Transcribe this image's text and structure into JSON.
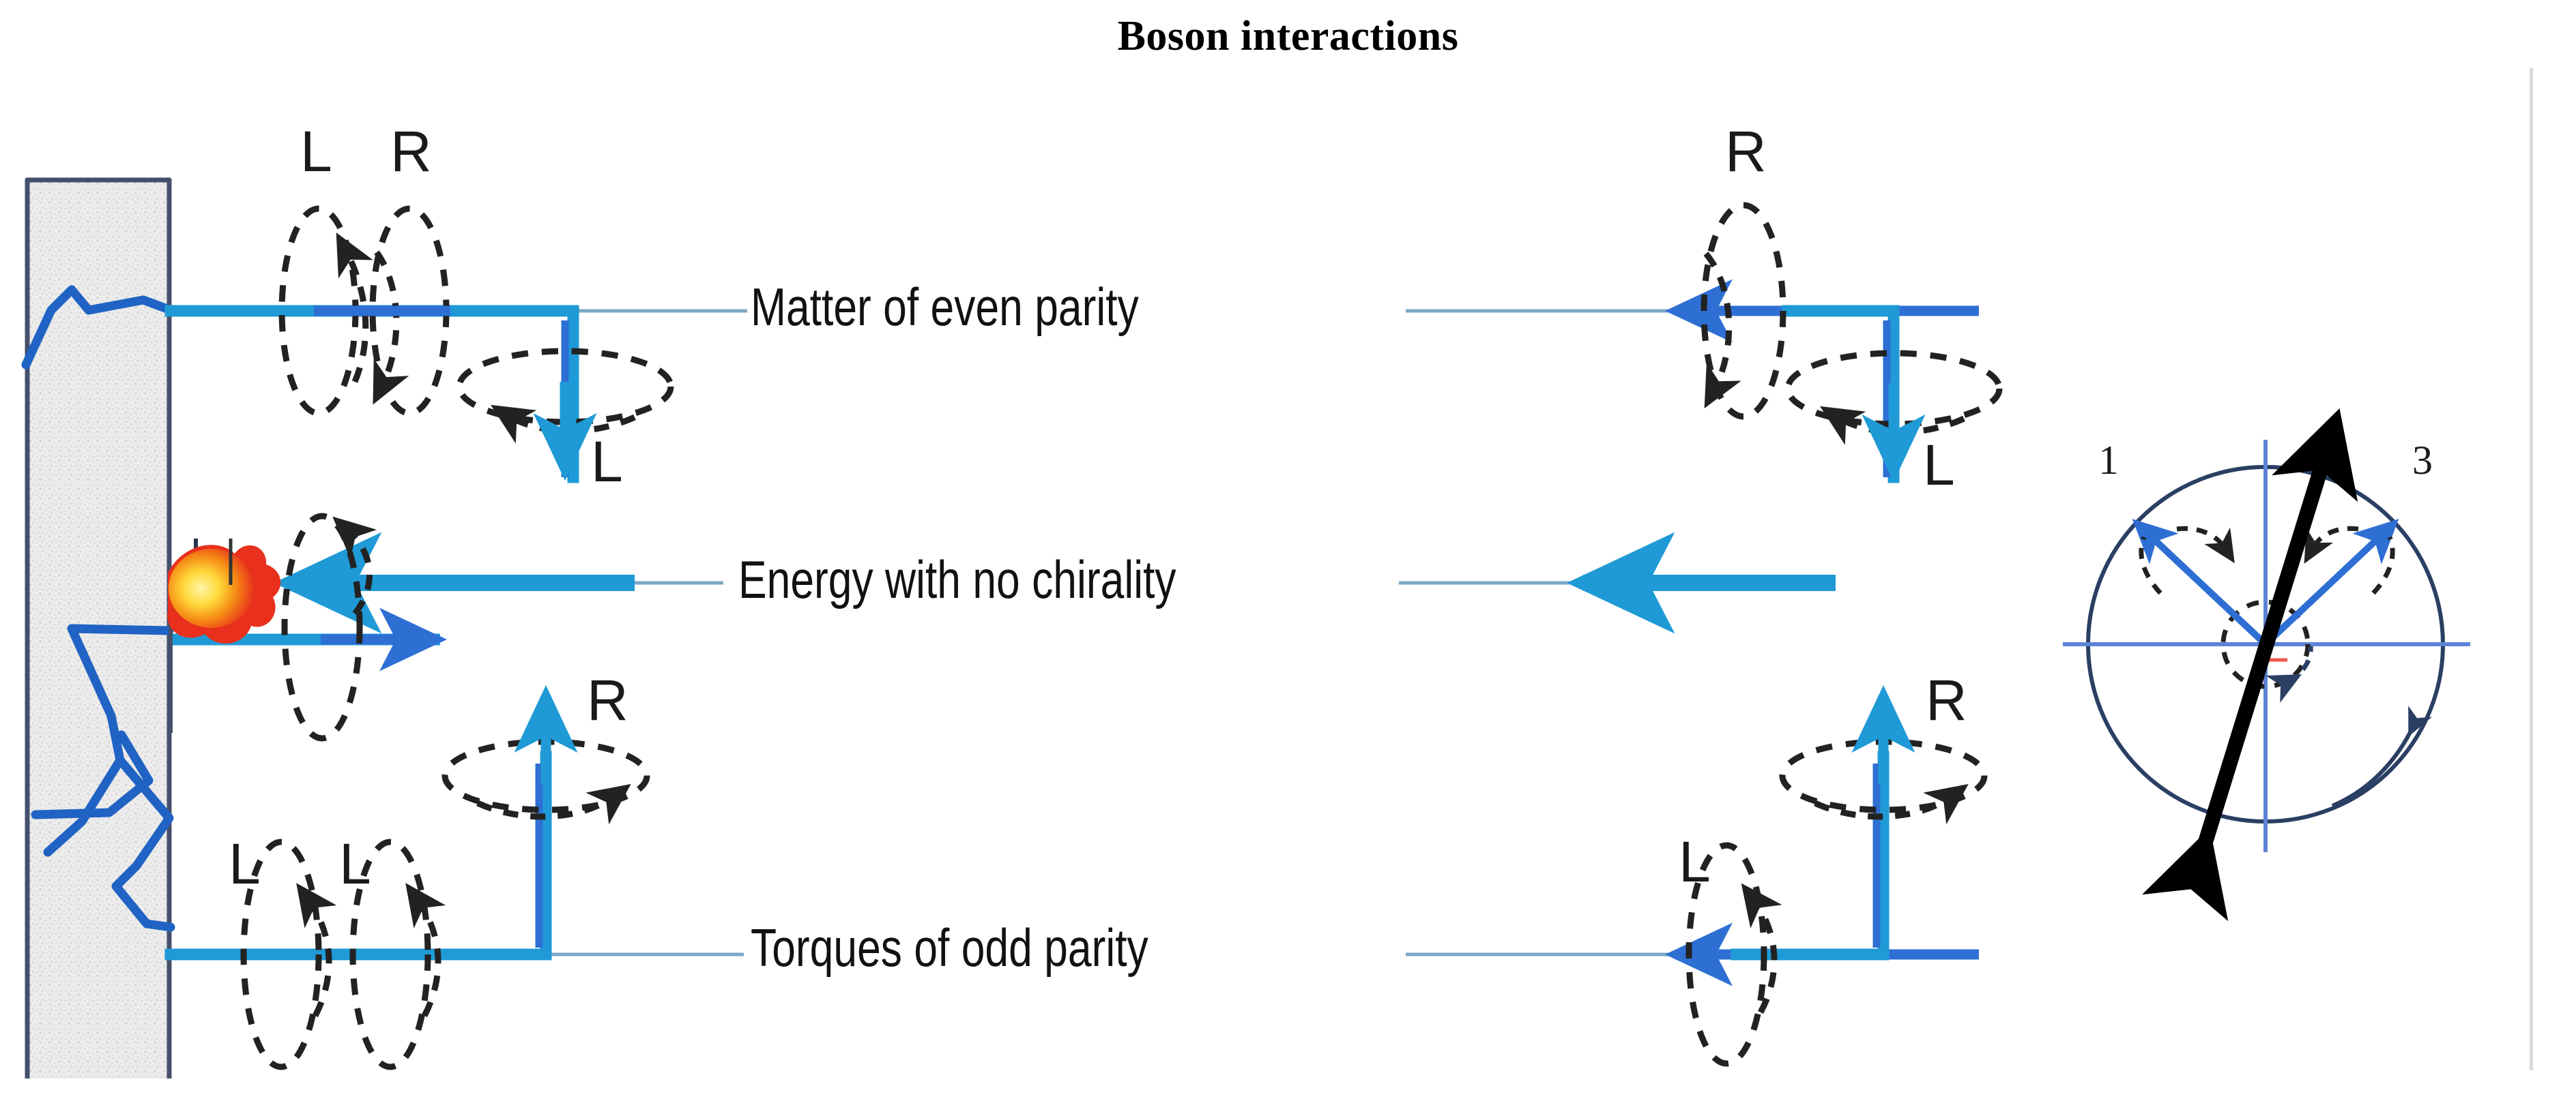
{
  "title": "Boson interactions",
  "colors": {
    "cyan": "#1f9ad6",
    "blue": "#2e6fd4",
    "dark_blue": "#1f5fbf",
    "thin_line": "#7ba7c7",
    "axis_blue": "#5b84d6",
    "circle_stroke": "#2a3f63",
    "dash_black": "#222222",
    "wall_fill": "#e8e8e8",
    "wall_edge": "#44506b",
    "flame_core": "#ffe14d",
    "flame_mid": "#f59a1e",
    "flame_outer": "#e8301c",
    "right_rule": "#d9d9d9"
  },
  "rows": [
    {
      "id": "row-1",
      "label": "Matter of even parity",
      "left": {
        "chirality_labels": [
          "L",
          "R"
        ],
        "spin_label_down": "L",
        "spin_arrow_direction": "down",
        "helix_count": 2
      },
      "right": {
        "chirality_labels": [
          "R"
        ],
        "spin_label_down": "L",
        "momentum_arrow_direction": "left",
        "helix_count": 1
      }
    },
    {
      "id": "row-2",
      "label": "Energy with no chirality",
      "left": {
        "chirality_labels": [],
        "has_flame": true,
        "momentum_arrow_direction": "left",
        "emitted_arrow_direction": "right",
        "helix_count": 1
      },
      "right": {
        "chirality_labels": [],
        "momentum_arrow_direction": "left",
        "helix_count": 0
      }
    },
    {
      "id": "row-3",
      "label": "Torques of odd parity",
      "left": {
        "chirality_labels": [
          "L",
          "L"
        ],
        "spin_label_up": "R",
        "spin_arrow_direction": "up",
        "helix_count": 2
      },
      "right": {
        "chirality_labels": [
          "L"
        ],
        "spin_label_up": "R",
        "momentum_arrow_direction": "left",
        "helix_count": 1
      }
    }
  ],
  "phasor": {
    "vector_labels": [
      "1",
      "3"
    ],
    "vector_1_angle_deg": 137,
    "vector_3_angle_deg": 45,
    "black_axis_angle_deg": 75,
    "black_axis_double_headed": true,
    "outer_circle_rotation": "clockwise",
    "center_spin_rotation": "clockwise",
    "axes": "cartesian-cross"
  },
  "wall": {
    "description": "textured concrete wall",
    "crack_paths": 3
  }
}
